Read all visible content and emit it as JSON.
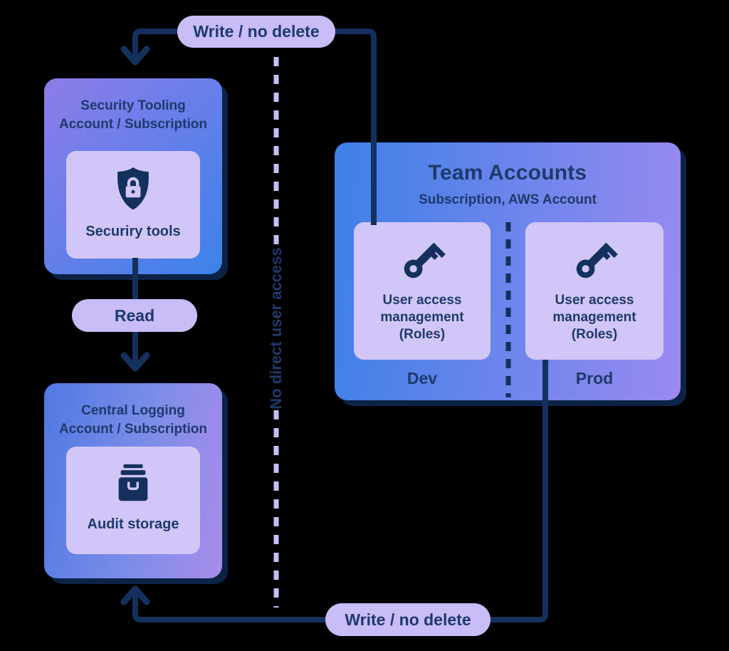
{
  "colors": {
    "background": "#000000",
    "line_navy": "#14315e",
    "text_navy": "#1e3a6c",
    "shadow_navy": "#0c2347",
    "pill_lavender": "#c9bcf7",
    "card_lavender": "#d2c6f8",
    "security_box_gradient": [
      "#8e7ce9",
      "#3c82e9"
    ],
    "logging_box_gradient": [
      "#5079e2",
      "#a98ceb"
    ],
    "team_box_gradient": [
      "#3d80e7",
      "#9a8af0"
    ]
  },
  "pills": {
    "top": "Write / no delete",
    "middle": "Read",
    "bottom": "Write / no delete"
  },
  "security_box": {
    "title_line1": "Security Tooling",
    "title_line2": "Account / Subscription",
    "card": {
      "icon": "shield-lock-icon",
      "label": "Securiry tools"
    }
  },
  "logging_box": {
    "title_line1": "Central Logging",
    "title_line2": "Account / Subscription",
    "card": {
      "icon": "archive-box-icon",
      "label": "Audit storage"
    }
  },
  "team_box": {
    "title": "Team Accounts",
    "subtitle": "Subscription, AWS Account",
    "cards": [
      {
        "icon": "key-icon",
        "label": "User access management (Roles)",
        "env": "Dev"
      },
      {
        "icon": "key-icon",
        "label": "User access management (Roles)",
        "env": "Prod"
      }
    ]
  },
  "dotted_line_label": "No direct user access"
}
